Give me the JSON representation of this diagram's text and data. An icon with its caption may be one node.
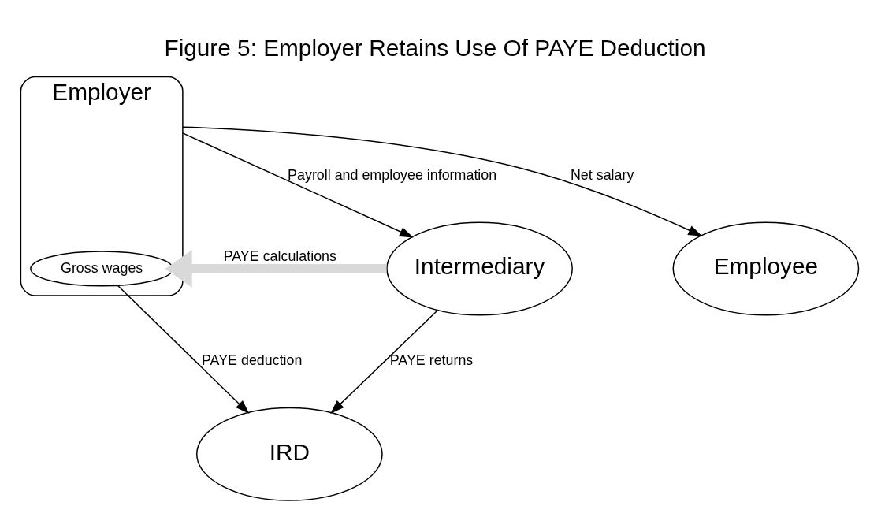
{
  "diagram": {
    "title": "Figure 5: Employer Retains Use Of PAYE Deduction",
    "nodes": [
      {
        "text": [
          "Employer"
        ]
      },
      {
        "text": [
          "Gross wages"
        ],
        "in": 0
      },
      {
        "text": [
          "Intermediary"
        ]
      },
      {
        "text": [
          "Employee"
        ]
      },
      {
        "text": [
          "IRD"
        ]
      }
    ],
    "edges": [
      {
        "from": 0,
        "to": 2,
        "arrow": "to",
        "label": "Payroll and employee information"
      },
      {
        "from": 2,
        "to": 1,
        "arrow": "to",
        "label": "PAYE calculations",
        "style": "thick",
        "color": "#d9d9d9"
      },
      {
        "from": 0,
        "to": 3,
        "arrow": "to",
        "label": "Net salary"
      },
      {
        "from": 1,
        "to": 4,
        "arrow": "to",
        "label": "PAYE deduction"
      },
      {
        "from": 2,
        "to": 4,
        "arrow": "to",
        "label": "PAYE returns"
      }
    ]
  }
}
